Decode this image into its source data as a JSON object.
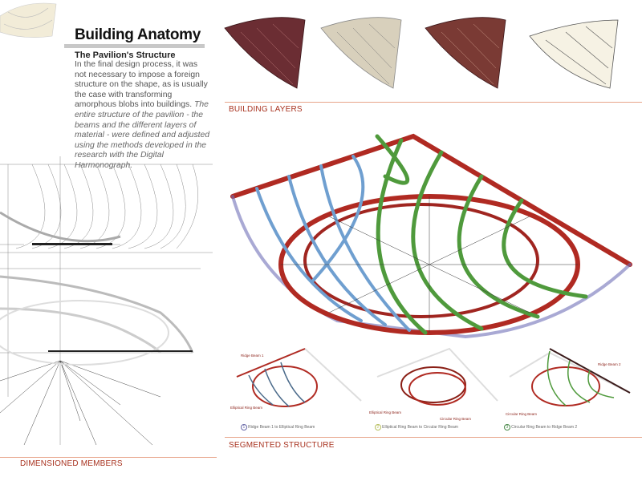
{
  "header": {
    "title": "Building Anatomy",
    "subtitle": "The Pavilion's Structure",
    "body_plain": "In the final design process, it was not necessary to impose a foreign structure on the shape, as is usually the case with transforming amorphous blobs into buildings.",
    "body_italic": "The entire structure of the pavilion - the beams and the different layers of material - were defined and adjusted using the methods developed in the research with the Digital Harmonograph."
  },
  "sections": {
    "building_layers": "BUILDING LAYERS",
    "segmented_structure": "SEGMENTED STRUCTURE",
    "dimensioned_members": "DIMENSIONED MEMBERS"
  },
  "segments": [
    {
      "number": "1",
      "caption": "Ridge Beam 1 to Elliptical Ring Beam",
      "color": "#6a6aa8",
      "callouts": [
        "Ridge Beam 1",
        "Elliptical Ring Beam"
      ]
    },
    {
      "number": "2",
      "caption": "Elliptical Ring Beam to Circular Ring Beam",
      "color": "#b8c060",
      "callouts": [
        "Elliptical Ring Beam",
        "Circular Ring Beam"
      ]
    },
    {
      "number": "3",
      "caption": "Circular Ring Beam to Ridge Beam 2",
      "color": "#4a8a4a",
      "callouts": [
        "Ridge Beam 2",
        "Circular Ring Beam"
      ]
    }
  ],
  "colors": {
    "accent": "#a8321f",
    "rule": "#e8a48a",
    "ring": "#b02a22",
    "green": "#4f9a3c",
    "blue": "#6f9fd0"
  }
}
